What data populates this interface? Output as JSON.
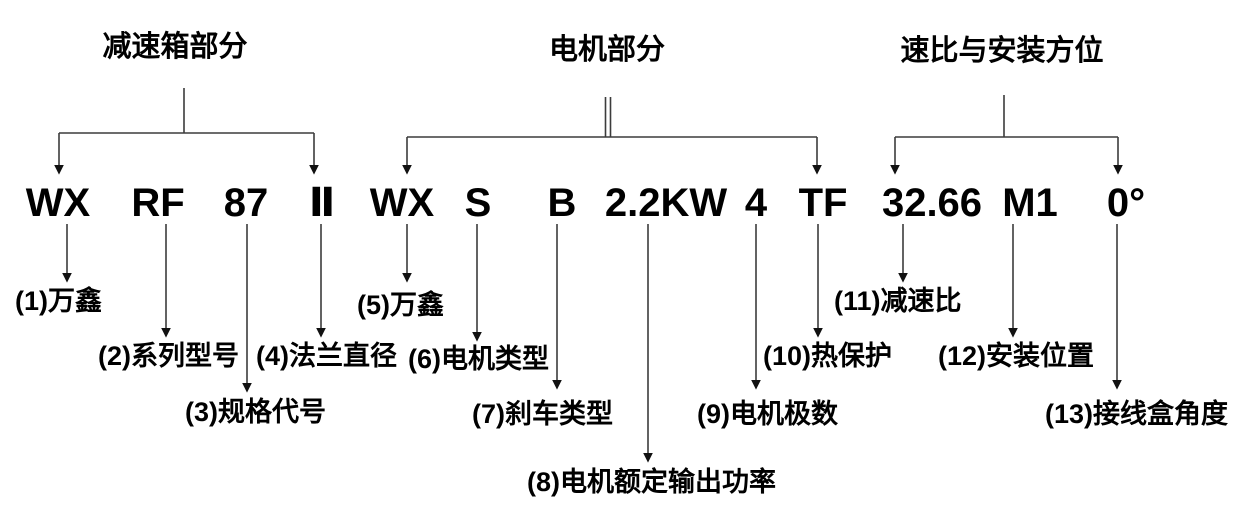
{
  "sections": [
    {
      "title": "减速箱部分"
    },
    {
      "title": "电机部分"
    },
    {
      "title": "速比与安装方位"
    }
  ],
  "model_code": {
    "tokens": [
      "WX",
      "RF",
      "87",
      "Ⅱ",
      "WX",
      "S",
      "B",
      "2.2KW",
      "4",
      "TF",
      "32.66",
      "M1",
      "0°"
    ]
  },
  "annotations": [
    {
      "label": "(1)万鑫"
    },
    {
      "label": "(2)系列型号"
    },
    {
      "label": "(3)规格代号"
    },
    {
      "label": "(4)法兰直径"
    },
    {
      "label": "(5)万鑫"
    },
    {
      "label": "(6)电机类型"
    },
    {
      "label": "(7)刹车类型"
    },
    {
      "label": "(8)电机额定输出功率"
    },
    {
      "label": "(9)电机极数"
    },
    {
      "label": "(10)热保护"
    },
    {
      "label": "(11)减速比"
    },
    {
      "label": "(12)安装位置"
    },
    {
      "label": "(13)接线盒角度"
    }
  ],
  "colors": {
    "background": "#ffffff",
    "text": "#000000",
    "line": "#3c3c3c",
    "arrowhead": "#111111"
  }
}
